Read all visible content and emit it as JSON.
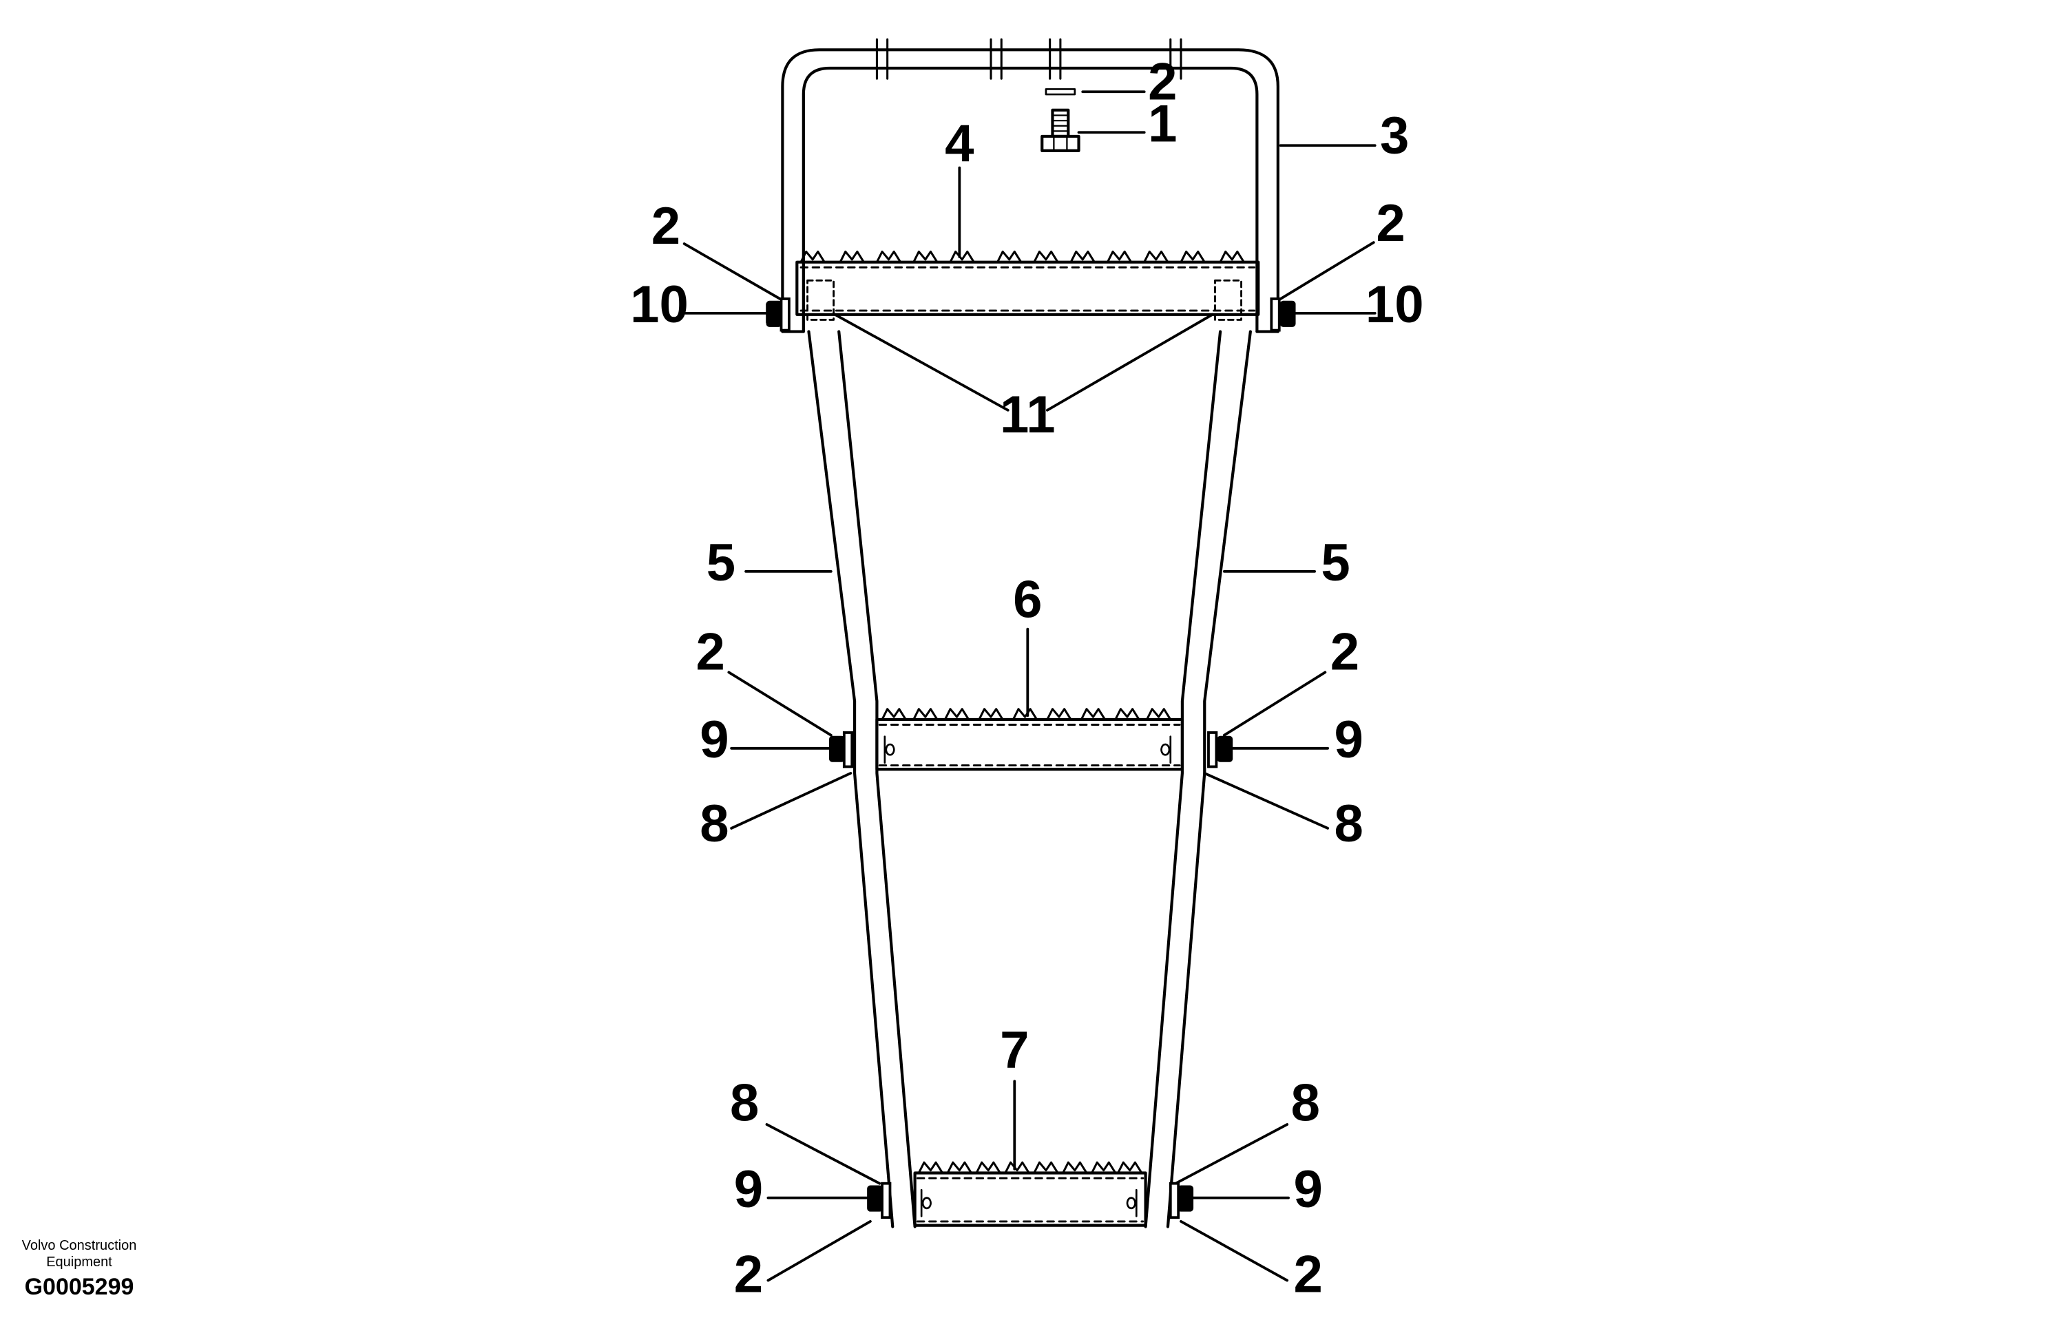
{
  "callouts": {
    "c1": "1",
    "c2_top": "2",
    "c3": "3",
    "c4": "4",
    "c2_ul": "2",
    "c2_ur": "2",
    "c10_l": "10",
    "c10_r": "10",
    "c11": "11",
    "c5_l": "5",
    "c5_r": "5",
    "c6": "6",
    "c2_ml": "2",
    "c2_mr": "2",
    "c9_ml": "9",
    "c9_mr": "9",
    "c8_ml": "8",
    "c8_mr": "8",
    "c7": "7",
    "c8_bl": "8",
    "c8_br": "8",
    "c9_bl": "9",
    "c9_br": "9",
    "c2_bl": "2",
    "c2_br": "2"
  },
  "footer": {
    "company_line1": "Volvo Construction",
    "company_line2": "Equipment",
    "drawing_code": "G0005299"
  }
}
